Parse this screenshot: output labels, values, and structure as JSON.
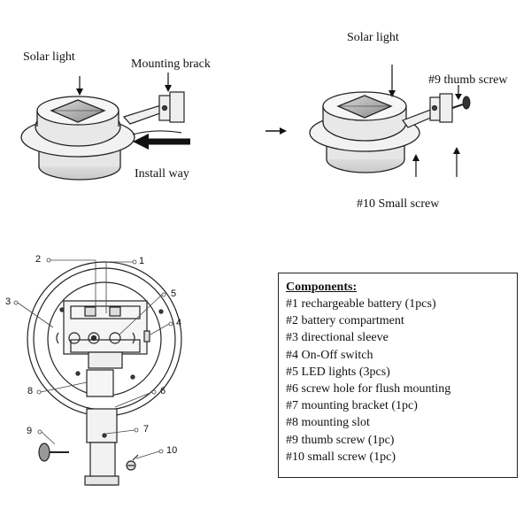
{
  "top_left": {
    "solar_light": "Solar light",
    "mounting_bracket": "Mounting brack",
    "install_way": "Install way"
  },
  "top_right": {
    "solar_light": "Solar light",
    "thumb_screw": "#9 thumb screw",
    "small_screw": "#10 Small screw"
  },
  "callouts": [
    "1",
    "2",
    "3",
    "4",
    "5",
    "6",
    "7",
    "8",
    "9",
    "10"
  ],
  "components": {
    "title": "Components:",
    "items": [
      "#1 rechargeable battery (1pcs)",
      "#2 battery compartment",
      "#3 directional sleeve",
      "#4 On-Off switch",
      "#5 LED lights (3pcs)",
      "#6 screw hole for flush mounting",
      "#7 mounting bracket (1pc)",
      "#8 mounting slot",
      "#9 thumb screw (1pc)",
      "#10 small screw (1pc)"
    ]
  }
}
